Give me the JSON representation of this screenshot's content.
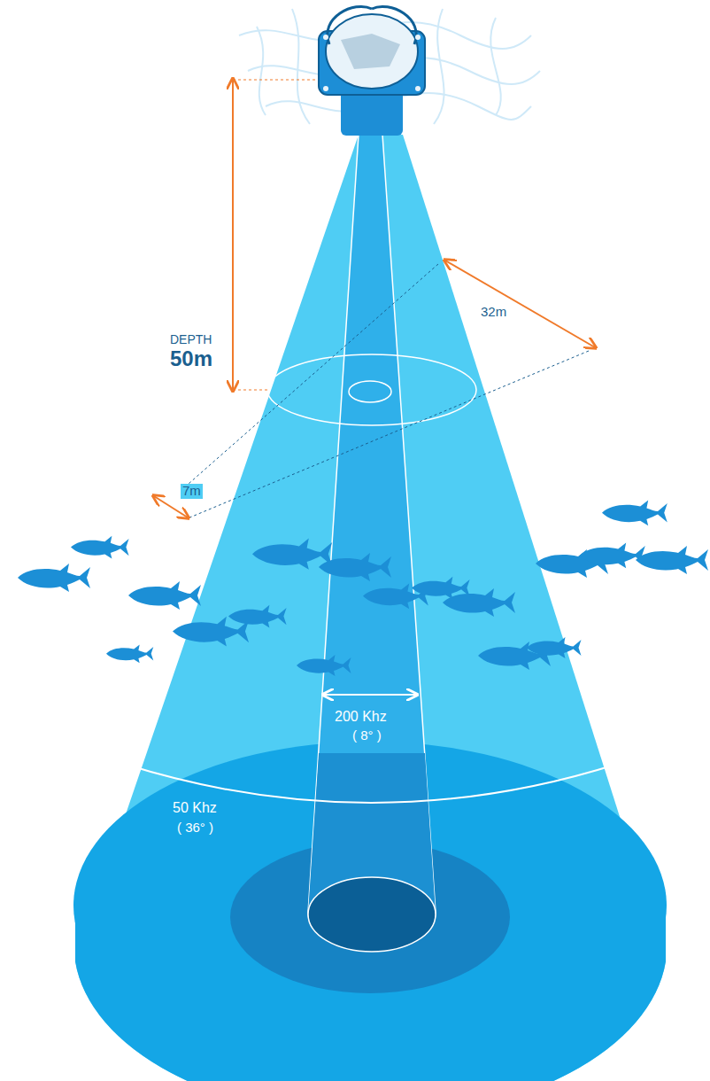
{
  "diagram": {
    "labels": [
      "DEPTH",
      "50m",
      "32m",
      "7m",
      "200 Khz",
      "( 8° )",
      "50 Khz",
      "( 36° )"
    ]
  }
}
